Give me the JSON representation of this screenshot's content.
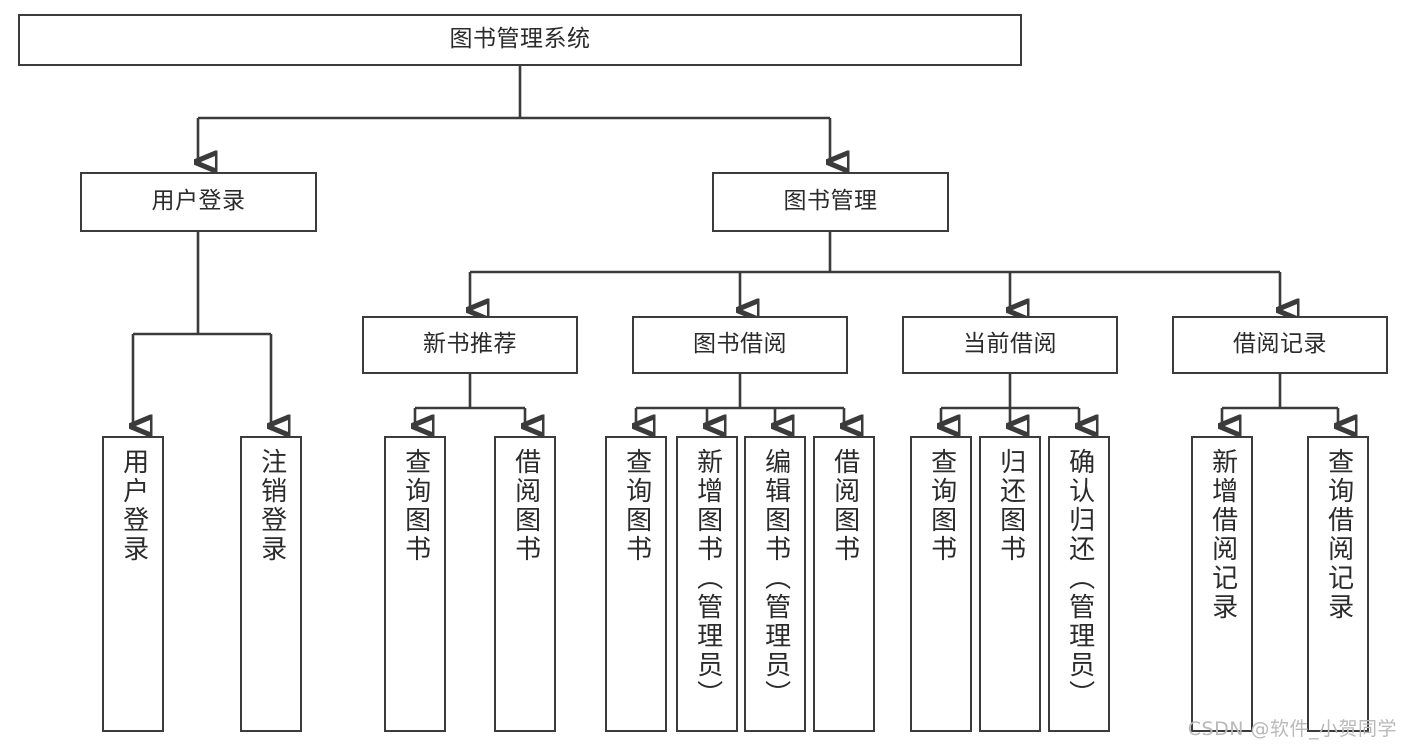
{
  "diagram": {
    "title": "图书管理系统",
    "type": "hierarchy-tree",
    "watermark": "CSDN @软件_小贺同学",
    "colors": {
      "stroke": "#3b3b3b",
      "fill": "#ffffff",
      "text": "#2b2b2b",
      "watermark": "#b9b9b9"
    },
    "root": {
      "label": "图书管理系统"
    },
    "level2": [
      {
        "label": "用户登录"
      },
      {
        "label": "图书管理"
      }
    ],
    "level3": [
      {
        "label": "新书推荐"
      },
      {
        "label": "图书借阅"
      },
      {
        "label": "当前借阅"
      },
      {
        "label": "借阅记录"
      }
    ],
    "leaves": {
      "user_login": [
        {
          "label": "用户登录"
        },
        {
          "label": "注销登录"
        }
      ],
      "new_book_recommend": [
        {
          "label": "查询图书"
        },
        {
          "label": "借阅图书"
        }
      ],
      "book_borrow": [
        {
          "label": "查询图书"
        },
        {
          "label": "新增图书（管理员）"
        },
        {
          "label": "编辑图书（管理员）"
        },
        {
          "label": "借阅图书"
        }
      ],
      "current_borrow": [
        {
          "label": "查询图书"
        },
        {
          "label": "归还图书"
        },
        {
          "label": "确认归还（管理员）"
        }
      ],
      "borrow_record": [
        {
          "label": "新增借阅记录"
        },
        {
          "label": "查询借阅记录"
        }
      ]
    }
  }
}
